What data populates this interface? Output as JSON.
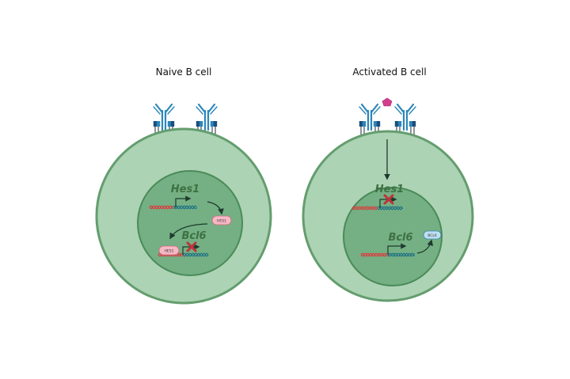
{
  "panels": {
    "naive": {
      "title": "Naive B cell"
    },
    "activated": {
      "title": "Activated B cell"
    }
  },
  "genes": {
    "hes1": "Hes1",
    "bcl6": "Bcl6"
  },
  "proteins": {
    "hes1": "HES1",
    "bcl6": "BCL6"
  },
  "colors": {
    "cytoplasm": "#acd3b4",
    "membrane": "#649d6e",
    "nucleus": "#74b083",
    "nucleus_border": "#4a8a58",
    "dna_red": "#e0363c",
    "dna_teal": "#1d6f86",
    "receptor": "#2d86b8",
    "antigen": "#d43f8d",
    "repression_x": "#c0323a",
    "arrow": "#1f3a2e",
    "hes1_protein": "#f5b8c4",
    "bcl6_protein": "#bfe0f4"
  },
  "icons": [
    "b-cell-receptor-icon",
    "antigen-icon",
    "repression-x-icon",
    "promoter-arrow-icon"
  ]
}
